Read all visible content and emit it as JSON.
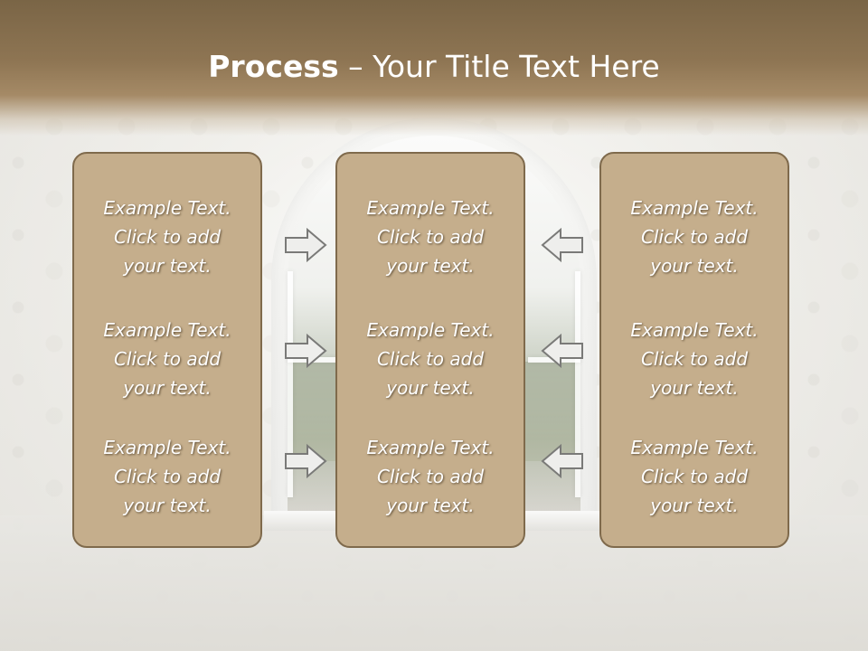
{
  "title": {
    "bold": "Process",
    "rest": " – Your Title Text Here"
  },
  "columns": [
    {
      "items": [
        "Example Text.\nClick  to add\nyour text.",
        "Example Text.\nClick  to add\nyour text.",
        "Example Text.\nClick  to add\nyour text."
      ]
    },
    {
      "items": [
        "Example Text.\nClick  to add\nyour text.",
        "Example Text.\nClick  to add\nyour text.",
        "Example Text.\nClick  to add\nyour text."
      ]
    },
    {
      "items": [
        "Example Text.\nClick  to add\nyour text.",
        "Example Text.\nClick  to add\nyour text.",
        "Example Text.\nClick  to add\nyour text."
      ]
    }
  ],
  "arrows": {
    "left_group": "arrow-right-icon",
    "right_group": "arrow-left-icon"
  },
  "colors": {
    "header": "#8e7553",
    "box_fill": "#c5ae8c",
    "box_border": "#7f6a4c",
    "text": "#ffffff"
  }
}
